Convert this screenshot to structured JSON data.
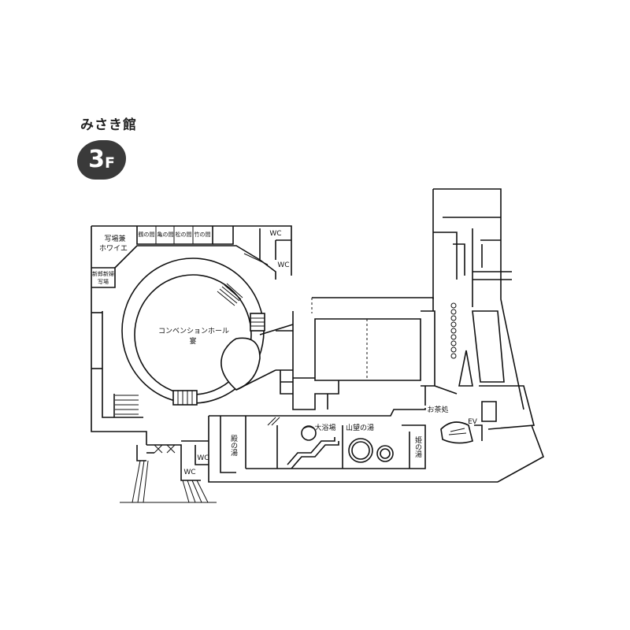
{
  "header": {
    "building": "みさき館",
    "floor_number": "3",
    "floor_unit": "F"
  },
  "rooms": {
    "photo_foyer_1": "写場兼",
    "photo_foyer_2": "ホワイエ",
    "tsuru": "鶴の間",
    "kame": "亀の間",
    "matsu": "松の間",
    "take": "竹の間",
    "newlywed_1": "新郎新婦",
    "newlywed_2": "写場",
    "convention": "コンベンションホール",
    "utage": "宴",
    "tono_bath": "殿の湯",
    "daiyokujo": "大浴場",
    "sanbo_bath": "山望の湯",
    "hime_bath": "姫の湯",
    "ochadokoro": "お茶処",
    "ev": "EV",
    "wc": "WC"
  },
  "colors": {
    "badge": "#3a3a3a",
    "line": "#111111"
  }
}
